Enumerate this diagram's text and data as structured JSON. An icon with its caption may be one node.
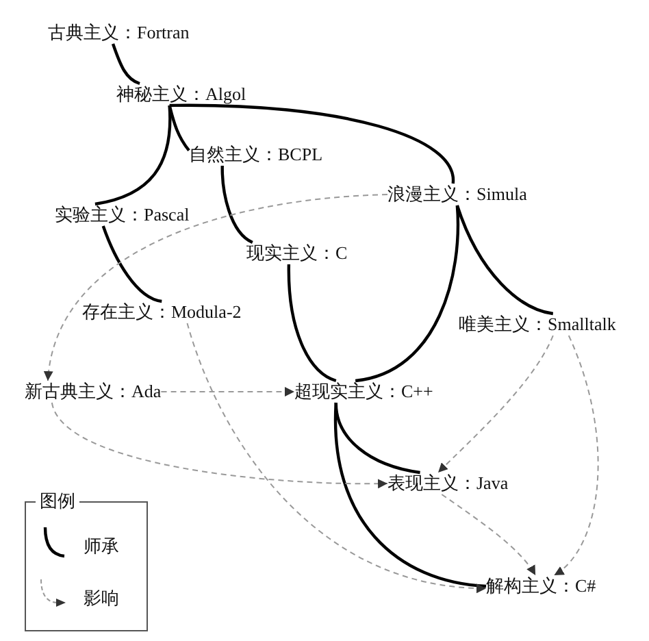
{
  "diagram": {
    "nodes": [
      {
        "text": [
          "古典主义：Fortran"
        ]
      },
      {
        "text": [
          "神秘主义：Algol"
        ]
      },
      {
        "text": [
          "自然主义：BCPL"
        ]
      },
      {
        "text": [
          "浪漫主义：Simula"
        ]
      },
      {
        "text": [
          "实验主义：Pascal"
        ]
      },
      {
        "text": [
          "现实主义：C"
        ]
      },
      {
        "text": [
          "存在主义：Modula-2"
        ]
      },
      {
        "text": [
          "唯美主义：Smalltalk"
        ]
      },
      {
        "text": [
          "新古典主义：Ada"
        ]
      },
      {
        "text": [
          "超现实主义：C++"
        ]
      },
      {
        "text": [
          "表现主义：Java"
        ]
      },
      {
        "text": [
          "解构主义：C#"
        ]
      }
    ],
    "edges": [
      {
        "from": 0,
        "to": 1,
        "arrow": "none"
      },
      {
        "from": 1,
        "to": 2,
        "arrow": "none"
      },
      {
        "from": 1,
        "to": 4,
        "arrow": "none"
      },
      {
        "from": 1,
        "to": 3,
        "arrow": "none"
      },
      {
        "from": 2,
        "to": 5,
        "arrow": "none"
      },
      {
        "from": 4,
        "to": 6,
        "arrow": "none"
      },
      {
        "from": 5,
        "to": 9,
        "arrow": "none"
      },
      {
        "from": 3,
        "to": 9,
        "arrow": "none"
      },
      {
        "from": 3,
        "to": 7,
        "arrow": "none"
      },
      {
        "from": 9,
        "to": 10,
        "arrow": "none"
      },
      {
        "from": 9,
        "to": 11,
        "arrow": "none"
      },
      {
        "from": 3,
        "to": 8,
        "arrow": "to",
        "style": "dashed",
        "color": "#999999"
      },
      {
        "from": 8,
        "to": 9,
        "arrow": "to",
        "style": "dashed",
        "color": "#999999"
      },
      {
        "from": 8,
        "to": 10,
        "arrow": "to",
        "style": "dashed",
        "color": "#999999"
      },
      {
        "from": 6,
        "to": 11,
        "arrow": "to",
        "style": "dashed",
        "color": "#999999"
      },
      {
        "from": 7,
        "to": 10,
        "arrow": "to",
        "style": "dashed",
        "color": "#999999"
      },
      {
        "from": 7,
        "to": 11,
        "arrow": "to",
        "style": "dashed",
        "color": "#999999"
      },
      {
        "from": 10,
        "to": 11,
        "arrow": "to",
        "style": "dashed",
        "color": "#999999"
      }
    ],
    "labels": [
      "图例"
    ],
    "legend": [
      {
        "text": "师承"
      },
      {
        "text": "影响"
      }
    ]
  }
}
